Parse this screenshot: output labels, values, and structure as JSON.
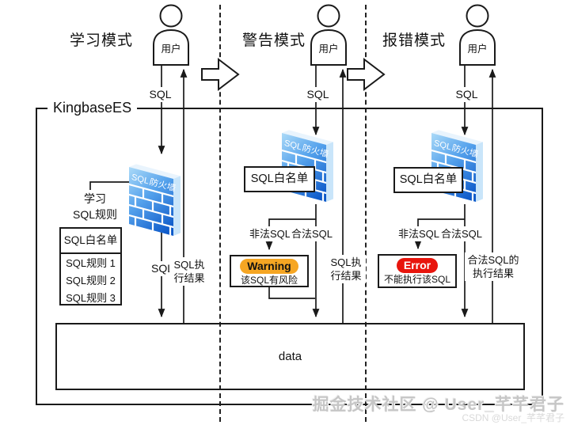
{
  "system": {
    "name": "KingbaseES",
    "data_store_label": "data"
  },
  "shared": {
    "user_label": "用户",
    "sql_label": "SQL",
    "firewall_label": "SQL防火墙",
    "whitelist_label": "SQL白名单",
    "illegal_sql_label": "非法SQL",
    "legal_sql_label": "合法SQL"
  },
  "modes": {
    "learning": {
      "title": "学习模式",
      "learn_rules_label": "学习\nSQL规则",
      "whitelist_box": {
        "header": "SQL白名单",
        "rules": [
          "SQL规则 1",
          "SQL规则 2",
          "SQL规则 3"
        ]
      },
      "sql_to_data_label": "SQL",
      "result_label": "SQL执\n行结果"
    },
    "warning": {
      "title": "警告模式",
      "alert": {
        "badge": "Warning",
        "badge_color": "#F6A623",
        "message": "该SQL有风险"
      },
      "result_label": "SQL执\n行结果"
    },
    "error": {
      "title": "报错模式",
      "alert": {
        "badge": "Error",
        "badge_color": "#E8150D",
        "message": "不能执行该SQL"
      },
      "result_label": "合法SQL的\n执行结果"
    }
  },
  "watermarks": {
    "primary": "掘金技术社区 @ User_芊芊君子",
    "secondary": "CSDN @User_芊芊君子"
  },
  "colors": {
    "line": "#1a1a1a",
    "firewall_gradient_top": "#ABDAF8",
    "firewall_gradient_bottom": "#0D59C9",
    "warning": "#F6A623",
    "error": "#E8150D"
  }
}
